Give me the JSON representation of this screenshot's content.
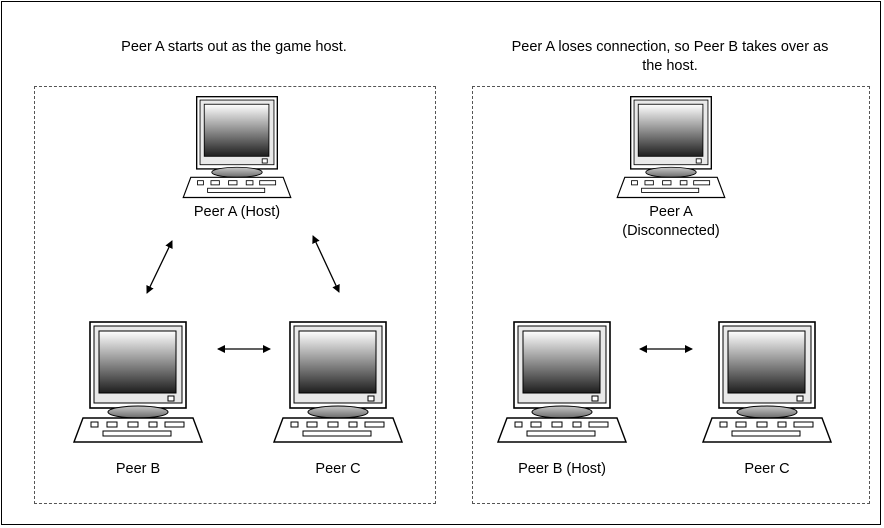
{
  "left_panel": {
    "caption": "Peer A starts out as the game host.",
    "peer_a_label": "Peer A (Host)",
    "peer_b_label": "Peer B",
    "peer_c_label": "Peer C"
  },
  "right_panel": {
    "caption_line1": "Peer A loses connection, so Peer B takes over as",
    "caption_line2": "the host.",
    "peer_a_label_line1": "Peer A",
    "peer_a_label_line2": "(Disconnected)",
    "peer_b_label": "Peer B (Host)",
    "peer_c_label": "Peer C"
  }
}
